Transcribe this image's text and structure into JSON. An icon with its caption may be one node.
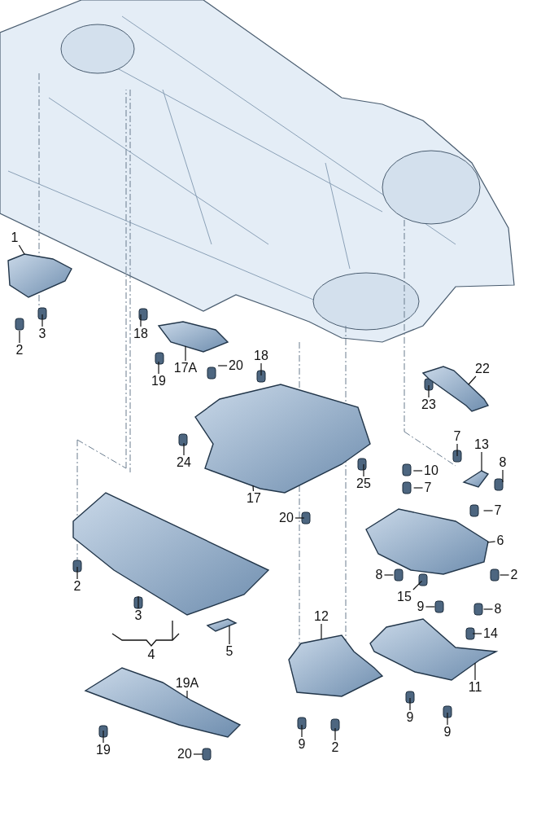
{
  "diagram": {
    "nodes": [
      {
        "text": [
          "1"
        ]
      },
      {
        "text": [
          "2"
        ]
      },
      {
        "text": [
          "3"
        ]
      },
      {
        "text": [
          "18"
        ]
      },
      {
        "text": [
          "17A"
        ]
      },
      {
        "text": [
          "19"
        ]
      },
      {
        "text": [
          "20"
        ]
      },
      {
        "text": [
          "18"
        ]
      },
      {
        "text": [
          "22"
        ]
      },
      {
        "text": [
          "23"
        ]
      },
      {
        "text": [
          "24"
        ]
      },
      {
        "text": [
          "17"
        ]
      },
      {
        "text": [
          "7"
        ]
      },
      {
        "text": [
          "13"
        ]
      },
      {
        "text": [
          "8"
        ]
      },
      {
        "text": [
          "10"
        ]
      },
      {
        "text": [
          "7"
        ]
      },
      {
        "text": [
          "25"
        ]
      },
      {
        "text": [
          "7"
        ]
      },
      {
        "text": [
          "20"
        ]
      },
      {
        "text": [
          "6"
        ]
      },
      {
        "text": [
          "2"
        ]
      },
      {
        "text": [
          "8"
        ]
      },
      {
        "text": [
          "2"
        ]
      },
      {
        "text": [
          "15"
        ]
      },
      {
        "text": [
          "8"
        ]
      },
      {
        "text": [
          "9"
        ]
      },
      {
        "text": [
          "3"
        ]
      },
      {
        "text": [
          "5"
        ]
      },
      {
        "text": [
          "14"
        ]
      },
      {
        "text": [
          "12"
        ]
      },
      {
        "text": [
          "11"
        ]
      },
      {
        "text": [
          "19A"
        ]
      },
      {
        "text": [
          "9"
        ]
      },
      {
        "text": [
          "2"
        ]
      },
      {
        "text": [
          "9"
        ]
      },
      {
        "text": [
          "9"
        ]
      },
      {
        "text": [
          "19"
        ]
      },
      {
        "text": [
          "20"
        ]
      },
      {
        "text": [],
        "shape": "picture"
      },
      {
        "text": [],
        "shape": "picture"
      },
      {
        "text": [],
        "shape": "picture"
      },
      {
        "text": [],
        "shape": "picture"
      },
      {
        "text": [],
        "shape": "picture"
      },
      {
        "text": [],
        "shape": "picture"
      },
      {
        "text": [],
        "shape": "picture"
      },
      {
        "text": [],
        "shape": "picture"
      },
      {
        "text": [],
        "shape": "picture"
      },
      {
        "text": [],
        "shape": "picture"
      },
      {
        "text": [],
        "shape": "picture"
      }
    ],
    "edges": [
      {
        "from": 0,
        "to": 39,
        "arrow": "none"
      },
      {
        "from": 1,
        "to": null,
        "arrow": "none"
      },
      {
        "from": 2,
        "to": null,
        "arrow": "none"
      },
      {
        "from": 3,
        "to": null,
        "arrow": "none"
      },
      {
        "from": 4,
        "to": 40,
        "arrow": "none"
      },
      {
        "from": 5,
        "to": null,
        "arrow": "none"
      },
      {
        "from": 6,
        "to": null,
        "arrow": "none"
      },
      {
        "from": 7,
        "to": null,
        "arrow": "none"
      },
      {
        "from": 8,
        "to": 42,
        "arrow": "none"
      },
      {
        "from": 9,
        "to": null,
        "arrow": "none"
      },
      {
        "from": 10,
        "to": null,
        "arrow": "none"
      },
      {
        "from": 11,
        "to": 41,
        "arrow": "none"
      },
      {
        "from": 12,
        "to": null,
        "arrow": "none"
      },
      {
        "from": 13,
        "to": 49,
        "arrow": "none"
      },
      {
        "from": 14,
        "to": null,
        "arrow": "none"
      },
      {
        "from": 15,
        "to": null,
        "arrow": "none"
      },
      {
        "from": 16,
        "to": null,
        "arrow": "none"
      },
      {
        "from": 17,
        "to": null,
        "arrow": "none"
      },
      {
        "from": 18,
        "to": null,
        "arrow": "none"
      },
      {
        "from": 19,
        "to": null,
        "arrow": "none"
      },
      {
        "from": 20,
        "to": 43,
        "arrow": "none"
      },
      {
        "from": 21,
        "to": null,
        "arrow": "none"
      },
      {
        "from": 22,
        "to": null,
        "arrow": "none"
      },
      {
        "from": 23,
        "to": null,
        "arrow": "none"
      },
      {
        "from": 24,
        "to": null,
        "arrow": "none"
      },
      {
        "from": 25,
        "to": null,
        "arrow": "none"
      },
      {
        "from": 26,
        "to": null,
        "arrow": "none"
      },
      {
        "from": 27,
        "to": null,
        "arrow": "none"
      },
      {
        "from": 28,
        "to": 45,
        "arrow": "none"
      },
      {
        "from": 29,
        "to": null,
        "arrow": "none"
      },
      {
        "from": 30,
        "to": 47,
        "arrow": "none"
      },
      {
        "from": 31,
        "to": 48,
        "arrow": "none"
      },
      {
        "from": 32,
        "to": 46,
        "arrow": "none"
      },
      {
        "from": 33,
        "to": null,
        "arrow": "none"
      },
      {
        "from": 34,
        "to": null,
        "arrow": "none"
      },
      {
        "from": 35,
        "to": null,
        "arrow": "none"
      },
      {
        "from": 36,
        "to": null,
        "arrow": "none"
      },
      {
        "from": 37,
        "to": null,
        "arrow": "none"
      },
      {
        "from": 38,
        "to": null,
        "arrow": "none"
      }
    ],
    "labels": [
      "4"
    ]
  }
}
